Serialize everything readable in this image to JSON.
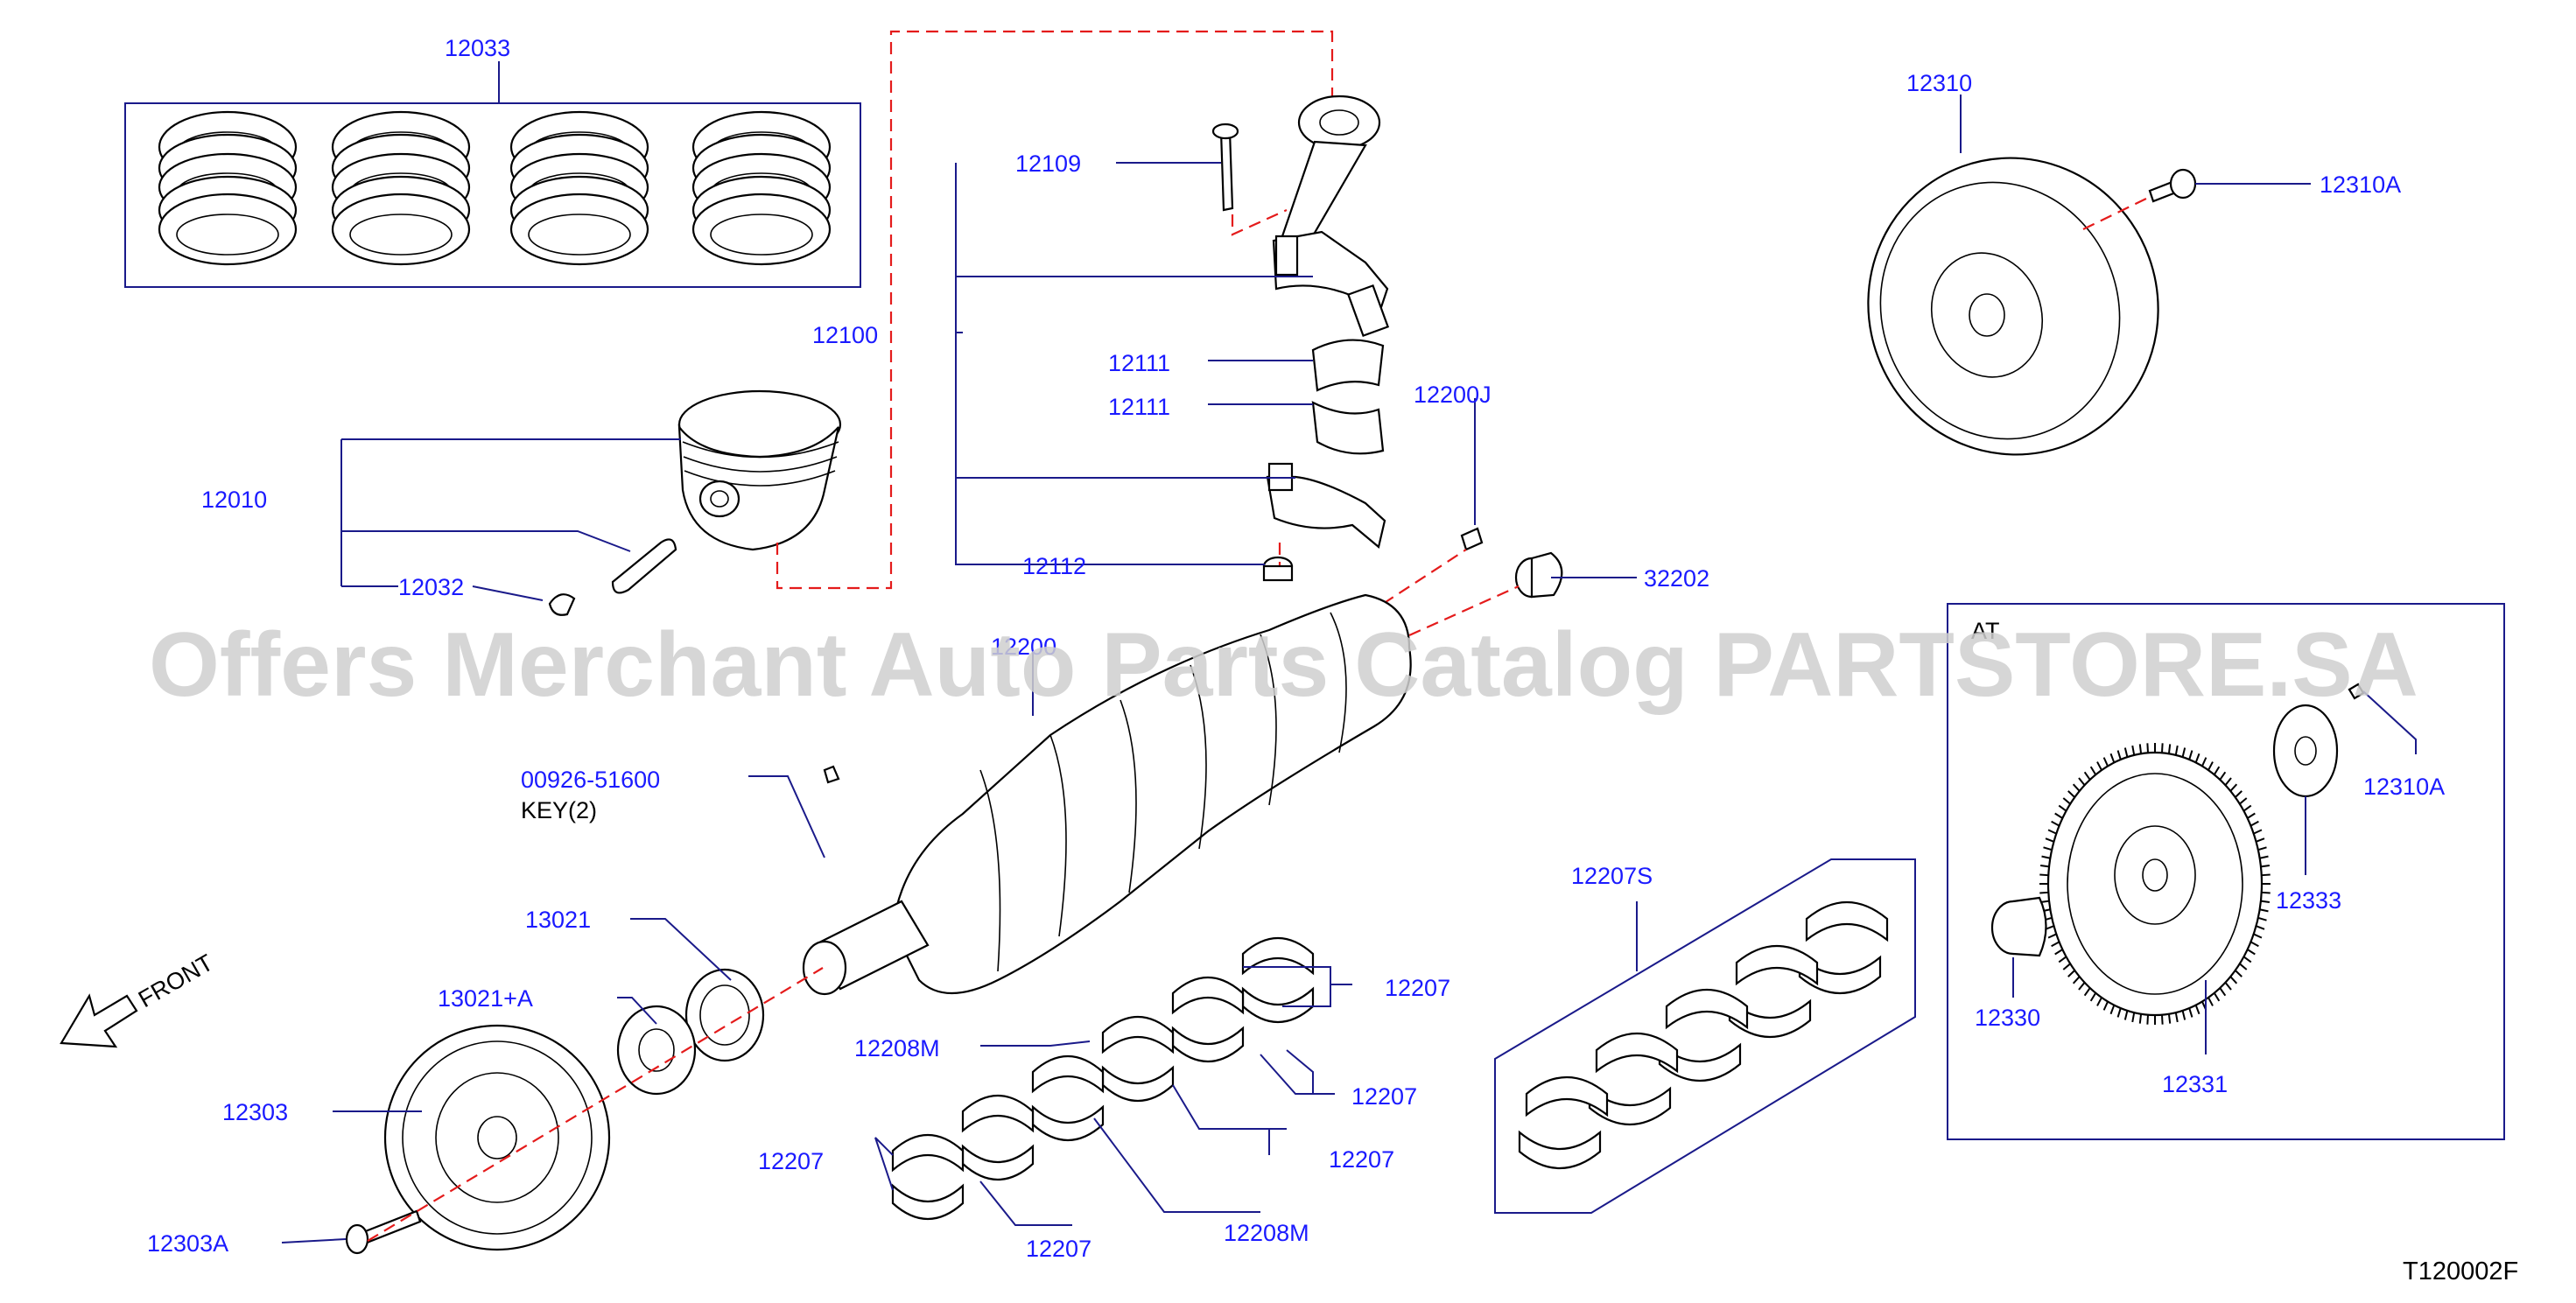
{
  "diagram": {
    "code": "T120002F",
    "watermark": "Offers Merchant Auto Parts Catalog PARTSTORE.SA",
    "front_label": "FRONT",
    "at_label": "AT",
    "labels": {
      "piston_ring_set": "12033",
      "piston_assy": "12010",
      "piston_pin_clip": "12032",
      "conrod_bolt": "12109",
      "conrod_assy": "12100",
      "conrod_bearing_a": "12111",
      "conrod_bearing_b": "12111",
      "conrod_nut": "12112",
      "dowel_pin": "12200J",
      "pilot_bushing": "32202",
      "crankshaft": "12200",
      "key_part": "00926-51600",
      "key_note": "KEY(2)",
      "sprocket": "13021",
      "sprocket_collar": "13021+A",
      "pulley": "12303",
      "pulley_bolt": "12303A",
      "main_bearing_set": "12207S",
      "main_bearing_1": "12207",
      "main_bearing_2": "12207",
      "main_bearing_3": "12207",
      "main_bearing_4": "12207",
      "main_bearing_5": "12207",
      "thrust_bearing_1": "12208M",
      "thrust_bearing_2": "12208M",
      "flywheel_mt": "12310",
      "flywheel_bolt_mt": "12310A",
      "flywheel_bolt_at": "12310A",
      "reinforcement_plate": "12333",
      "drive_plate": "12331",
      "pilot_converter": "12330"
    }
  },
  "colors": {
    "label": "#1a1aff",
    "leader": "#1a1a8a",
    "centerline": "#e41b1b",
    "line": "#000000",
    "watermark": "#cfcfcf"
  }
}
